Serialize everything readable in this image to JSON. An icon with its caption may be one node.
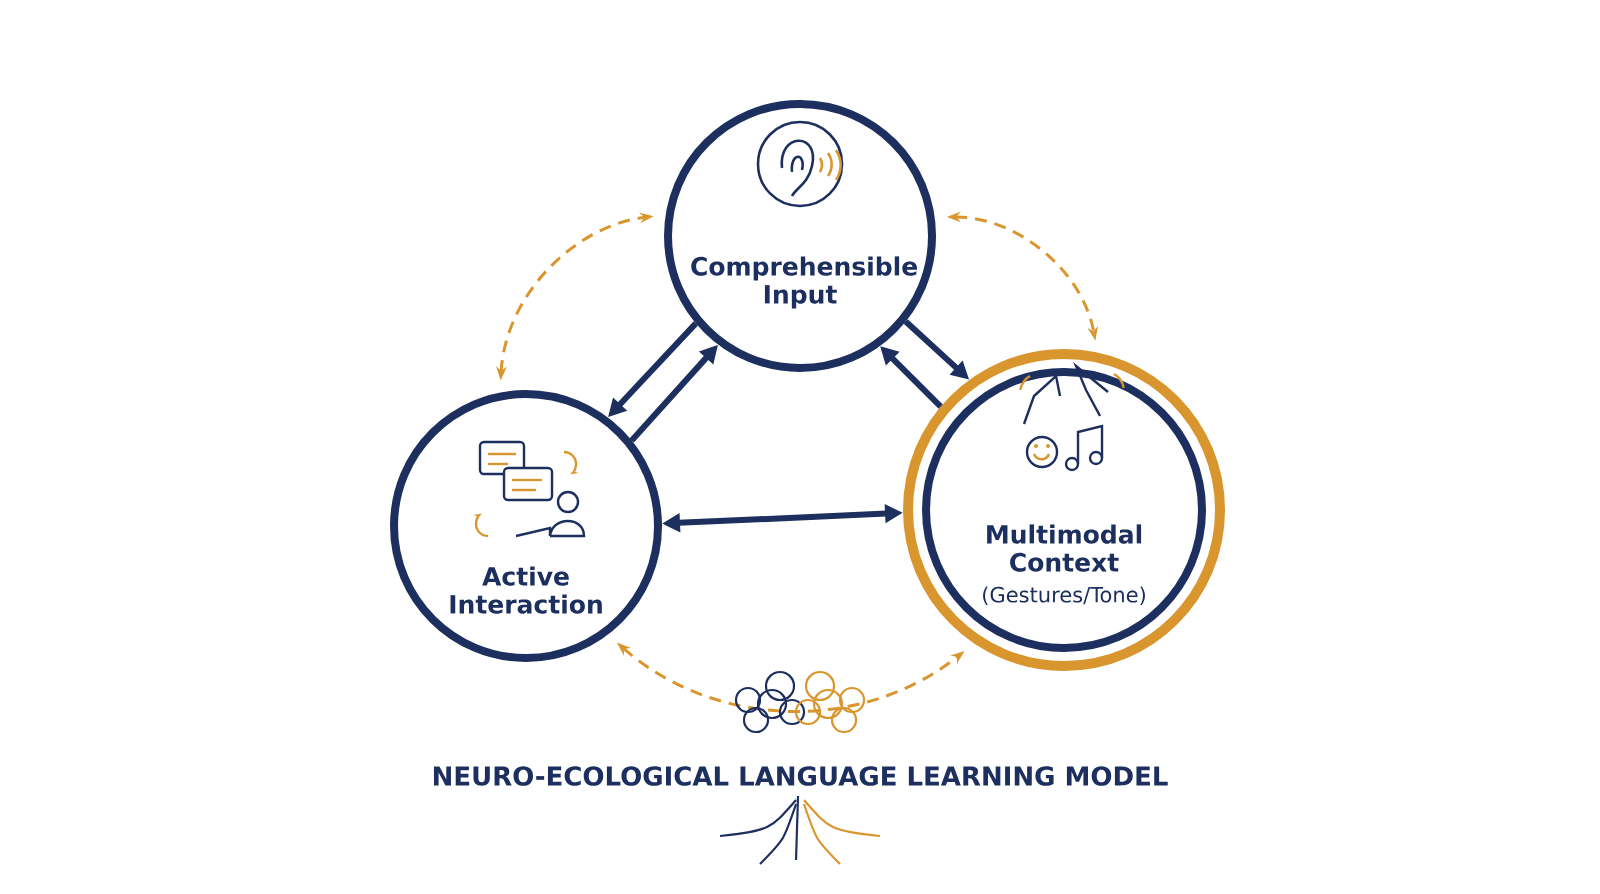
{
  "diagram": {
    "title": "NEURO-ECOLOGICAL LANGUAGE LEARNING MODEL",
    "nodes": [
      {
        "text": [
          "Comprehensible Input"
        ]
      },
      {
        "text": [
          "Active Interaction"
        ]
      },
      {
        "text": [
          "Multimodal Context",
          "(Gestures/Tone)"
        ]
      }
    ],
    "edges": [
      {
        "from": 1,
        "to": 0,
        "arrow": "to"
      },
      {
        "from": 0,
        "to": 1,
        "arrow": "to"
      },
      {
        "from": 0,
        "to": 2,
        "arrow": "to"
      },
      {
        "from": 2,
        "to": 0,
        "arrow": "to"
      },
      {
        "from": 1,
        "to": 2,
        "arrow": "both"
      },
      {
        "from": 1,
        "to": 0,
        "arrow": "both",
        "style": "dashed",
        "color": "#d9962e"
      },
      {
        "from": 0,
        "to": 2,
        "arrow": "both",
        "style": "dashed",
        "color": "#d9962e"
      },
      {
        "from": 1,
        "to": 2,
        "arrow": "both",
        "style": "dashed",
        "color": "#d9962e"
      }
    ]
  }
}
